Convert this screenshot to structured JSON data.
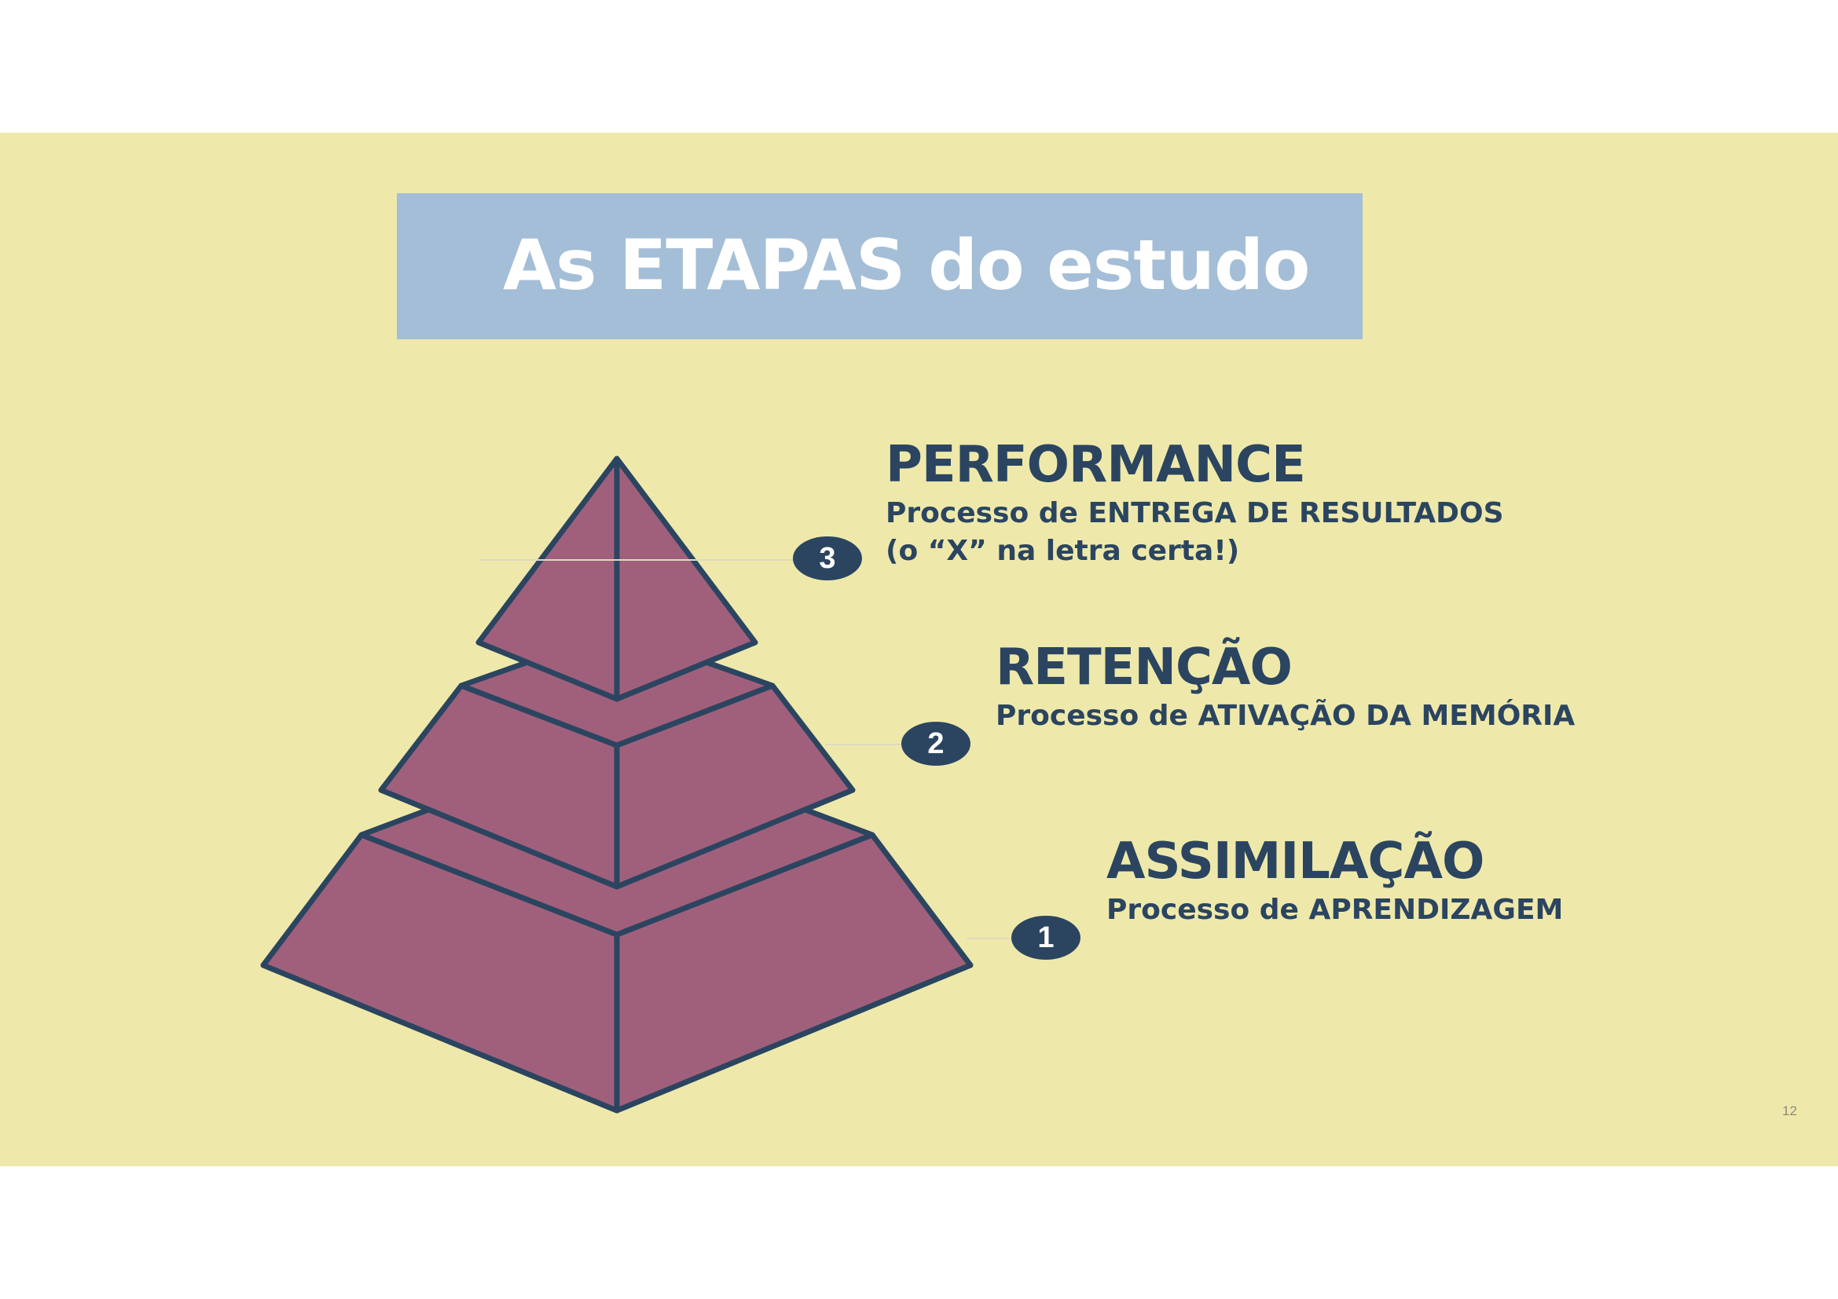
{
  "title": "As ETAPAS do estudo",
  "colors": {
    "background": "#eee9ab",
    "title_box": "#a4bed7",
    "pyramid_fill": "#a0607c",
    "outline": "#2b4560",
    "text": "#2b4560"
  },
  "stages": [
    {
      "number": "3",
      "heading": "PERFORMANCE",
      "desc1": "Processo de ENTREGA DE RESULTADOS",
      "desc2": "(o “X” na letra certa!)"
    },
    {
      "number": "2",
      "heading": "RETENÇÃO",
      "desc1": "Processo de ATIVAÇÃO DA MEMÓRIA"
    },
    {
      "number": "1",
      "heading": "ASSIMILAÇÃO",
      "desc1": "Processo de APRENDIZAGEM"
    }
  ],
  "page_number": "12"
}
